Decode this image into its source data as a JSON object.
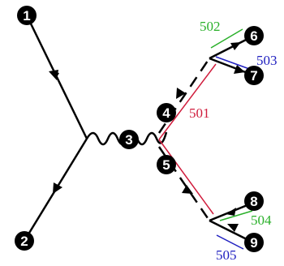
{
  "nodes": [
    {
      "id": "1",
      "label": "1"
    },
    {
      "id": "2",
      "label": "2"
    },
    {
      "id": "3",
      "label": "3"
    },
    {
      "id": "4",
      "label": "4"
    },
    {
      "id": "5",
      "label": "5"
    },
    {
      "id": "6",
      "label": "6"
    },
    {
      "id": "7",
      "label": "7"
    },
    {
      "id": "8",
      "label": "8"
    },
    {
      "id": "9",
      "label": "9"
    }
  ],
  "tags": {
    "t501": {
      "text": "501",
      "color": "#d01c3c"
    },
    "t502": {
      "text": "502",
      "color": "#2ab02a"
    },
    "t503": {
      "text": "503",
      "color": "#2020c0"
    },
    "t504": {
      "text": "504",
      "color": "#2ab02a"
    },
    "t505": {
      "text": "505",
      "color": "#2020c0"
    }
  },
  "colors": {
    "line": "#000000",
    "node_fill": "#000000",
    "node_text": "#ffffff"
  }
}
